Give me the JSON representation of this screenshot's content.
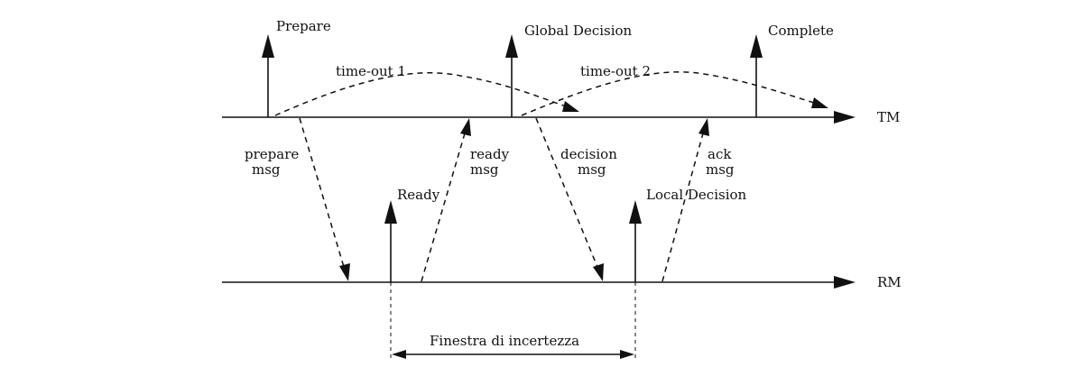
{
  "diagram": {
    "lanes": {
      "tm": "TM",
      "rm": "RM"
    },
    "events": {
      "prepare": "Prepare",
      "global_decision": "Global Decision",
      "complete": "Complete",
      "ready": "Ready",
      "local_decision": "Local Decision"
    },
    "timeouts": {
      "t1": "time-out 1",
      "t2": "time-out 2"
    },
    "messages": {
      "prepare": [
        "prepare",
        "msg"
      ],
      "ready": [
        "ready",
        "msg"
      ],
      "decision": [
        "decision",
        "msg"
      ],
      "ack": [
        "ack",
        "msg"
      ]
    },
    "window_label": "Finestra di incertezza"
  }
}
